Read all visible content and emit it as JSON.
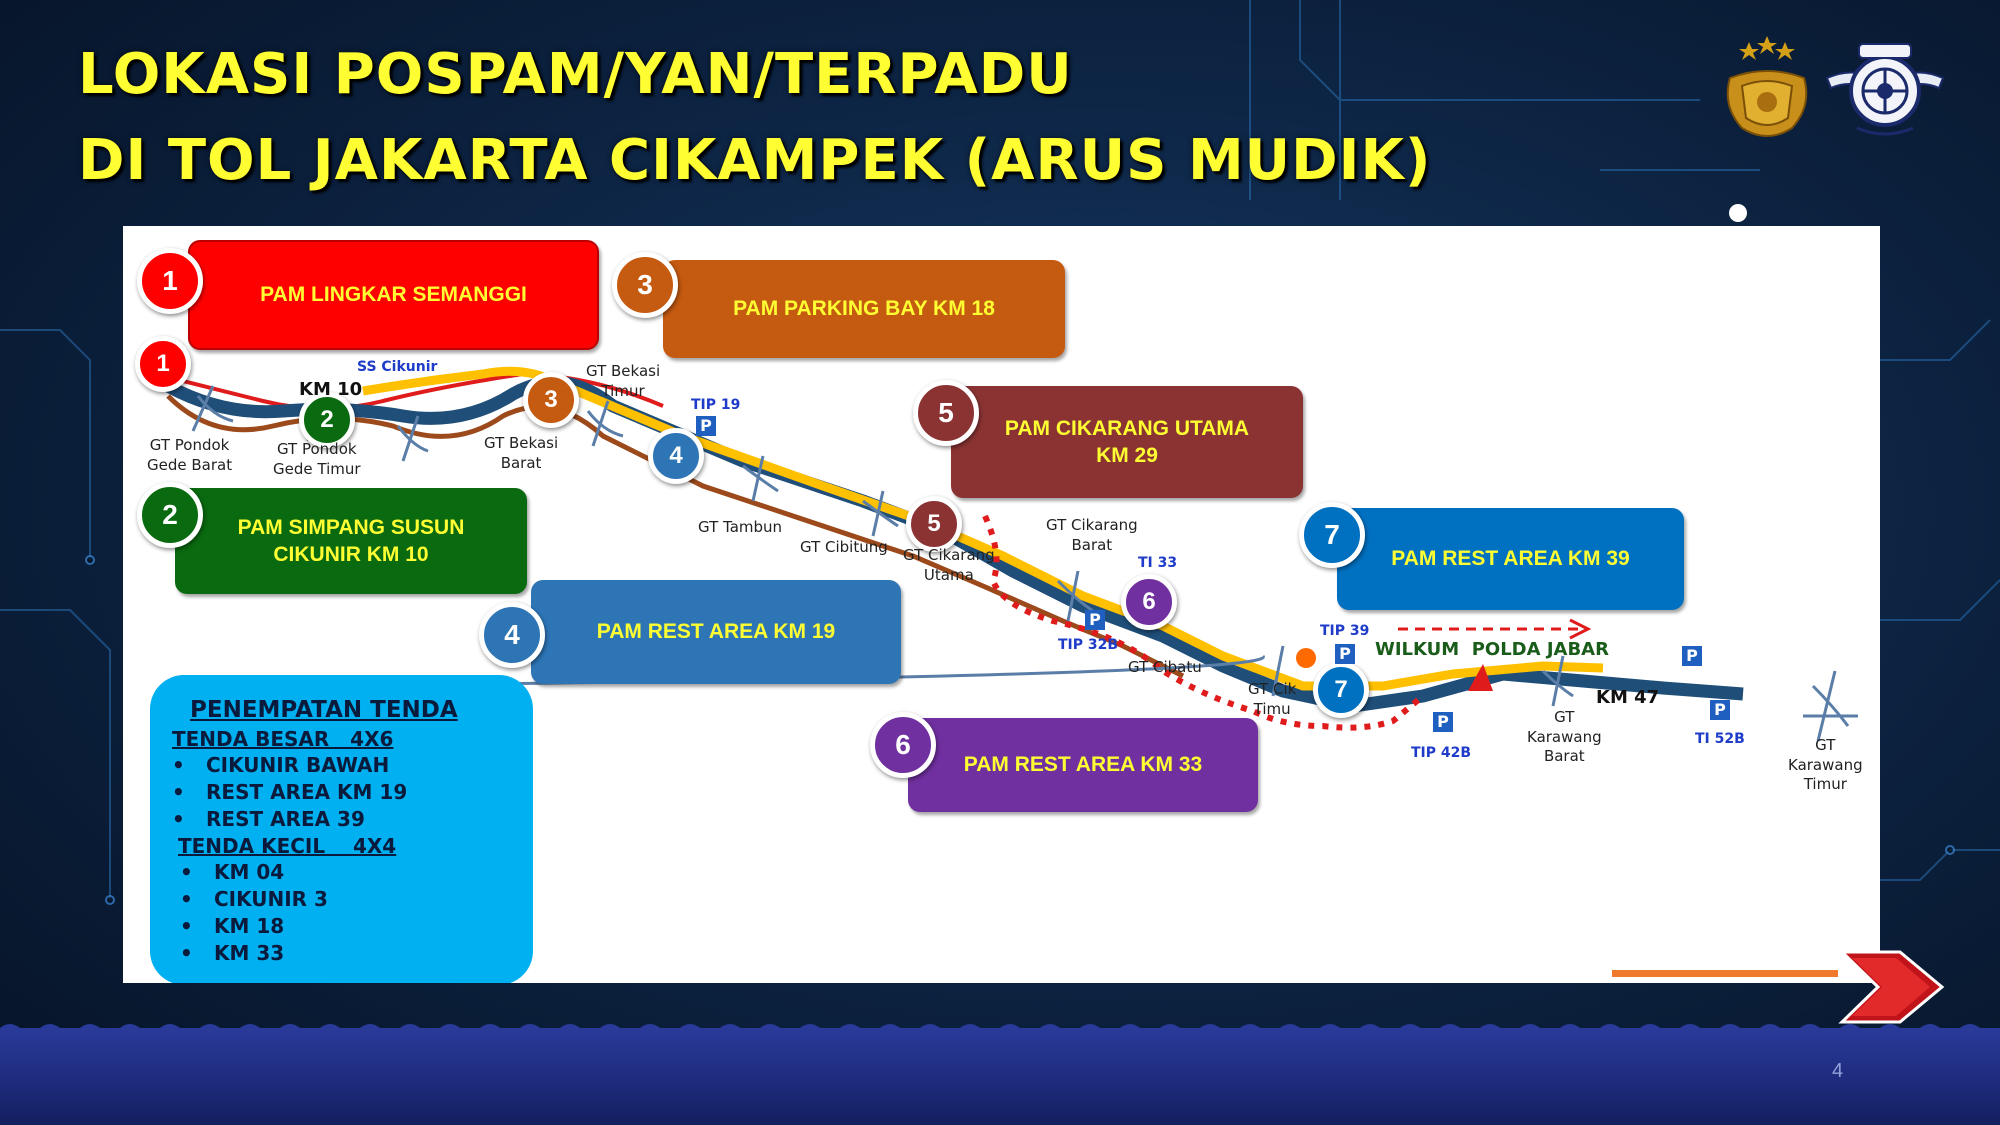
{
  "title": {
    "line1": "LOKASI POSPAM/YAN/TERPADU",
    "line2": "DI TOL JAKARTA CIKAMPEK (ARUS MUDIK)"
  },
  "logos": [
    "polri-emblem-icon",
    "korlantas-emblem-icon"
  ],
  "colors": {
    "title": "#fffe32",
    "pam1": "#ff0000",
    "pam2": "#0a6a10",
    "pam3": "#c55a11",
    "pam4": "#2e75b6",
    "pam5": "#8b3333",
    "pam6": "#7030a0",
    "pam7": "#0070c0",
    "tenda": "#00b0f0",
    "road": "#1f4e79",
    "lane": "#ffc000"
  },
  "pam_boxes": [
    {
      "number": "1",
      "label": "PAM LINGKAR SEMANGGI"
    },
    {
      "number": "2",
      "label": "PAM SIMPANG SUSUN\nCIKUNIR  KM 10"
    },
    {
      "number": "3",
      "label": "PAM PARKING BAY KM 18"
    },
    {
      "number": "4",
      "label": "PAM REST AREA KM 19"
    },
    {
      "number": "5",
      "label": "PAM CIKARANG UTAMA\nKM 29"
    },
    {
      "number": "6",
      "label": "PAM REST AREA KM 33"
    },
    {
      "number": "7",
      "label": "PAM REST AREA KM 39"
    }
  ],
  "route_markers": [
    "1",
    "2",
    "3",
    "4",
    "5",
    "6",
    "7"
  ],
  "map_labels": {
    "gt_pondok_gede_barat": "GT Pondok\nGede Barat",
    "gt_pondok_gede_timur": "GT Pondok\nGede Timur",
    "km10": "KM 10",
    "ss_cikunir": "SS Cikunir",
    "gt_bekasi_timur": "GT Bekasi\nTimur",
    "gt_bekasi_barat": "GT Bekasi\nBarat",
    "tip19": "TIP 19",
    "gt_tambun": "GT Tambun",
    "gt_cibitung": "GT Cibitung",
    "gt_cikarang_utama": "GT Cikarang\nUtama",
    "gt_cikarang_barat": "GT Cikarang\nBarat",
    "ti33": "TI 33",
    "tip32b": "TIP 32B",
    "gt_cibatu": "GT Cibatu",
    "gt_cikarang_timur": "GT Cik\nTimu",
    "tip39": "TIP 39",
    "wilkum": "WILKUM  POLDA JABAR",
    "km47": "KM 47",
    "gt_karawang_barat": "GT\nKarawang\nBarat",
    "tip42b": "TIP 42B",
    "ti52b": "TI 52B",
    "gt_karawang_timur": "GT\nKarawang\nTimur",
    "parking_sign": "P"
  },
  "tenda": {
    "title": "PENEMPATAN TENDA",
    "besar_label": "TENDA BESAR   4X6",
    "besar_items": [
      "CIKUNIR BAWAH",
      "REST AREA KM 19",
      "REST AREA 39"
    ],
    "kecil_label": "TENDA KECIL    4X4",
    "kecil_items": [
      "KM 04",
      "CIKUNIR 3",
      "KM 18",
      "KM 33"
    ]
  },
  "page_number": "4"
}
